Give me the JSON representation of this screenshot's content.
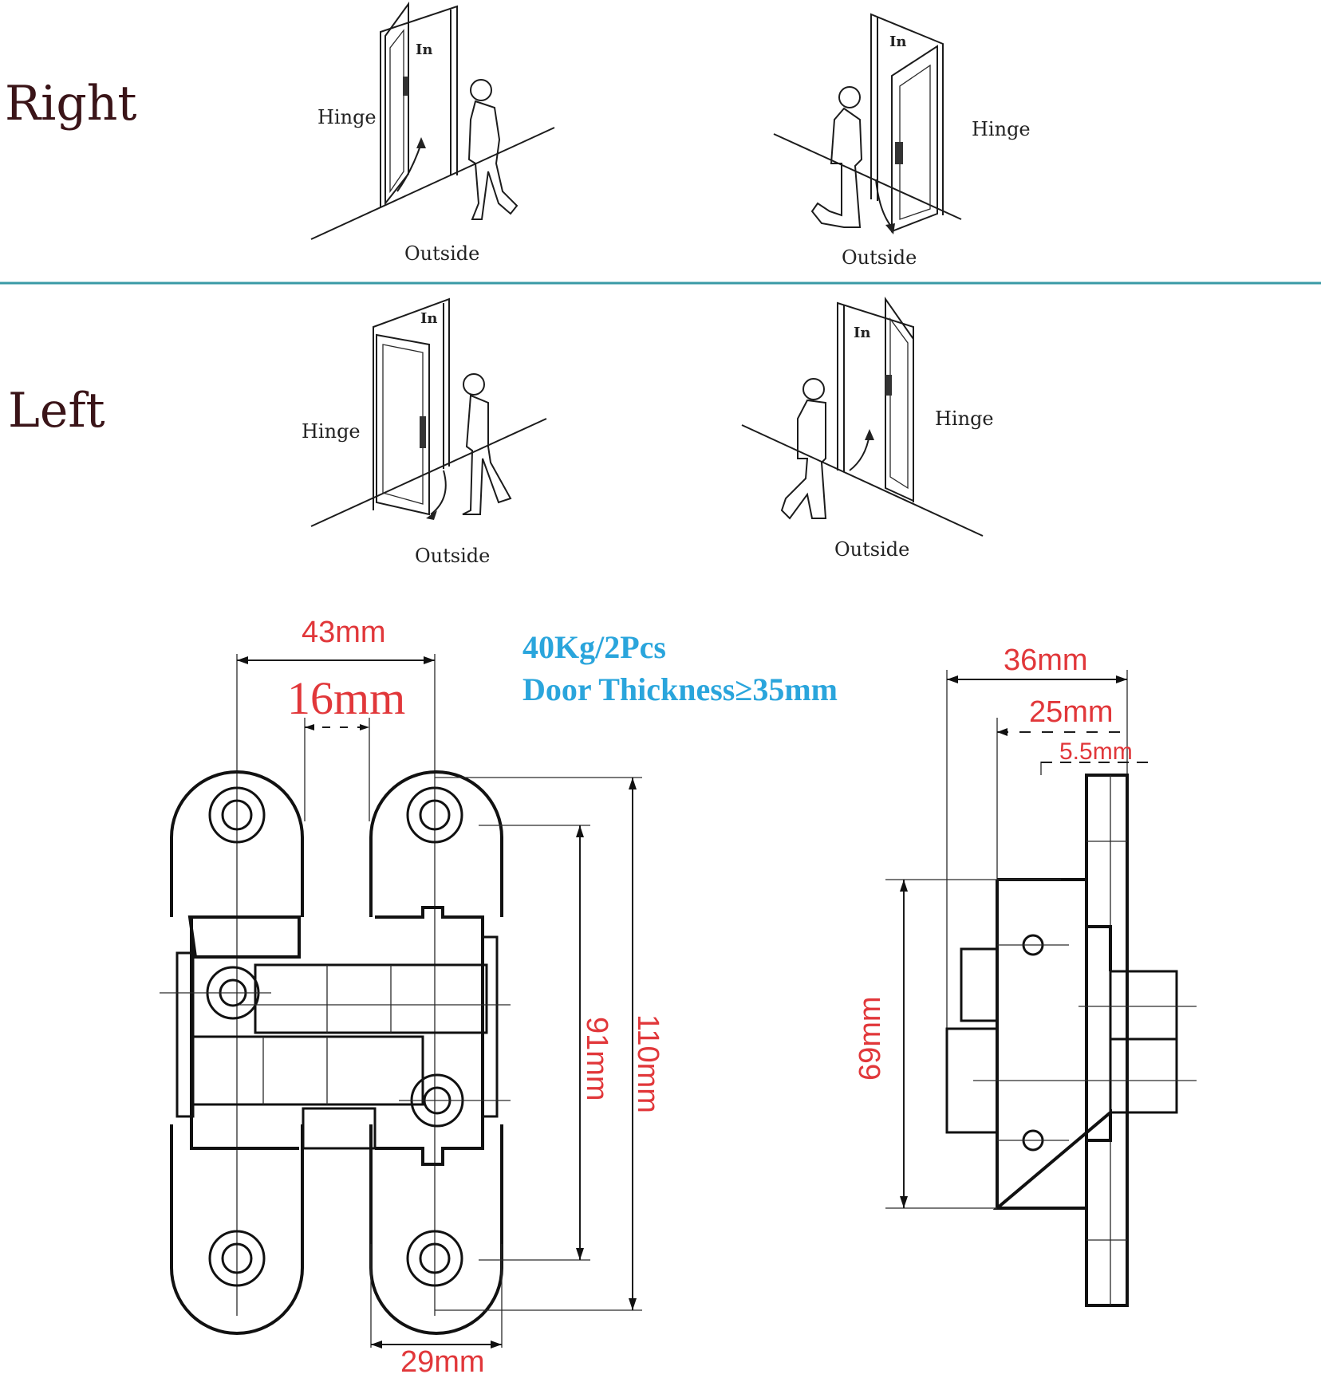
{
  "orientation": {
    "right_label": "Right",
    "left_label": "Left"
  },
  "scenes": {
    "right_a": {
      "in": "In",
      "hinge": "Hinge",
      "outside": "Outside"
    },
    "right_b": {
      "in": "In",
      "hinge": "Hinge",
      "outside": "Outside"
    },
    "left_a": {
      "in": "In",
      "hinge": "Hinge",
      "outside": "Outside"
    },
    "left_b": {
      "in": "In",
      "hinge": "Hinge",
      "outside": "Outside"
    }
  },
  "divider_color": "#3a9aa6",
  "specs": {
    "load": "40Kg/2Pcs",
    "door_thickness": "Door Thickness≥35mm"
  },
  "front_view": {
    "width_total": "43mm",
    "center_gap": "16mm",
    "hole_spacing": "91mm",
    "height_total": "110mm",
    "leaf_width": "29mm"
  },
  "side_view": {
    "depth_total": "36mm",
    "depth_body": "25mm",
    "depth_flange": "5.5mm",
    "body_height": "69mm"
  },
  "colors": {
    "dimension_text": "#e1373a",
    "spec_text": "#2aa5dc",
    "side_label": "#3a1418"
  }
}
